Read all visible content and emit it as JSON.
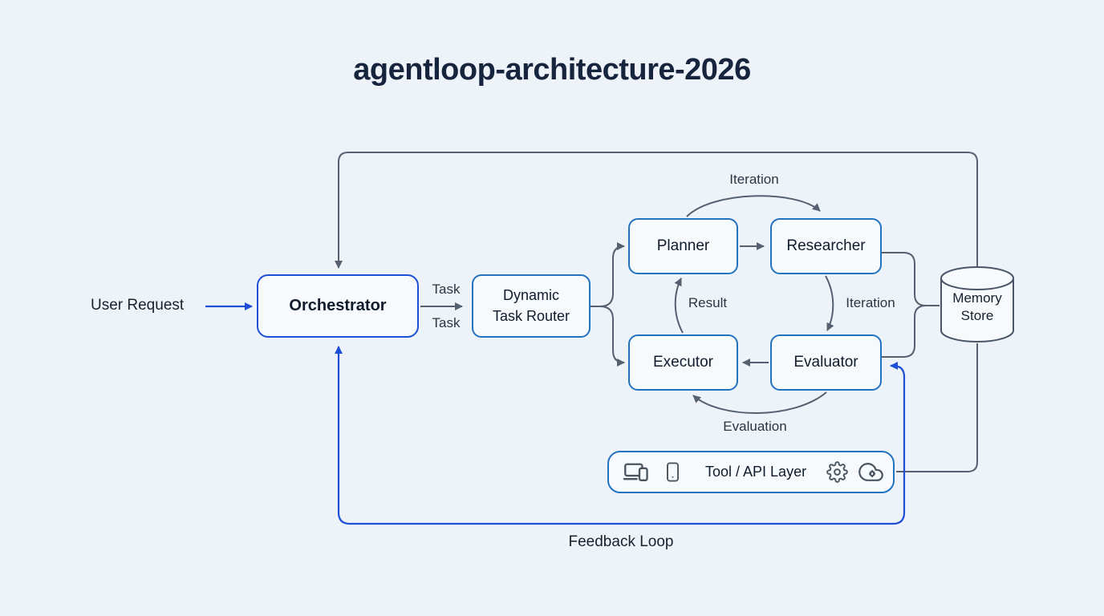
{
  "title": "agentloop-architecture-2026",
  "nodes": {
    "user_request": "User Request",
    "orchestrator": "Orchestrator",
    "router": {
      "line1": "Dynamic",
      "line2": "Task Router"
    },
    "planner": "Planner",
    "researcher": "Researcher",
    "executor": "Executor",
    "evaluator": "Evaluator",
    "memory_store": {
      "line1": "Memory",
      "line2": "Store"
    },
    "tool_api_layer": "Tool / API Layer"
  },
  "edge_labels": {
    "task_top": "Task",
    "task_bottom": "Task",
    "iteration_top": "Iteration",
    "iteration_right": "Iteration",
    "result": "Result",
    "evaluation": "Evaluation",
    "feedback_loop": "Feedback Loop"
  },
  "icons": {
    "tool_api_layer": [
      "devices-icon",
      "smartphone-icon",
      "gear-icon",
      "cloud-gear-icon"
    ],
    "memory_store": "database-cylinder"
  },
  "edges": [
    {
      "from": "User Request",
      "to": "Orchestrator",
      "color": "blue"
    },
    {
      "from": "Orchestrator",
      "to": "Dynamic Task Router",
      "label": "Task, Task",
      "color": "gray"
    },
    {
      "from": "Dynamic Task Router",
      "to": "Planner",
      "color": "gray"
    },
    {
      "from": "Dynamic Task Router",
      "to": "Executor",
      "color": "gray"
    },
    {
      "from": "Planner",
      "to": "Researcher",
      "color": "gray"
    },
    {
      "from": "Planner",
      "to": "Researcher",
      "label": "Iteration",
      "style": "arc-top",
      "color": "gray"
    },
    {
      "from": "Researcher",
      "to": "Evaluator",
      "label": "Iteration",
      "style": "arc",
      "color": "gray"
    },
    {
      "from": "Evaluator",
      "to": "Executor",
      "color": "gray"
    },
    {
      "from": "Executor",
      "to": "Planner",
      "label": "Result",
      "style": "arc",
      "color": "gray"
    },
    {
      "from": "Evaluator",
      "to": "Executor",
      "label": "Evaluation",
      "style": "arc-bottom",
      "color": "gray"
    },
    {
      "from": "Researcher",
      "to": "Memory Store",
      "color": "gray"
    },
    {
      "from": "Evaluator",
      "to": "Memory Store",
      "color": "gray"
    },
    {
      "from": "Memory Store",
      "to": "Orchestrator",
      "style": "top-loop",
      "color": "gray"
    },
    {
      "from": "Memory Store",
      "to": "Tool / API Layer",
      "color": "gray"
    },
    {
      "from": "feedback loop",
      "to": "Evaluator",
      "color": "blue"
    },
    {
      "from": "feedback loop",
      "to": "Orchestrator",
      "label": "Feedback Loop",
      "color": "blue"
    }
  ],
  "colors": {
    "background": "#eef3f9",
    "node_fill": "#f6fafd",
    "node_border": "#2272bf",
    "orchestrator_border": "#1d4fd7",
    "gray_line": "#556070",
    "blue_line": "#1d4fd7",
    "text": "#16202e",
    "title": "#16243d"
  }
}
